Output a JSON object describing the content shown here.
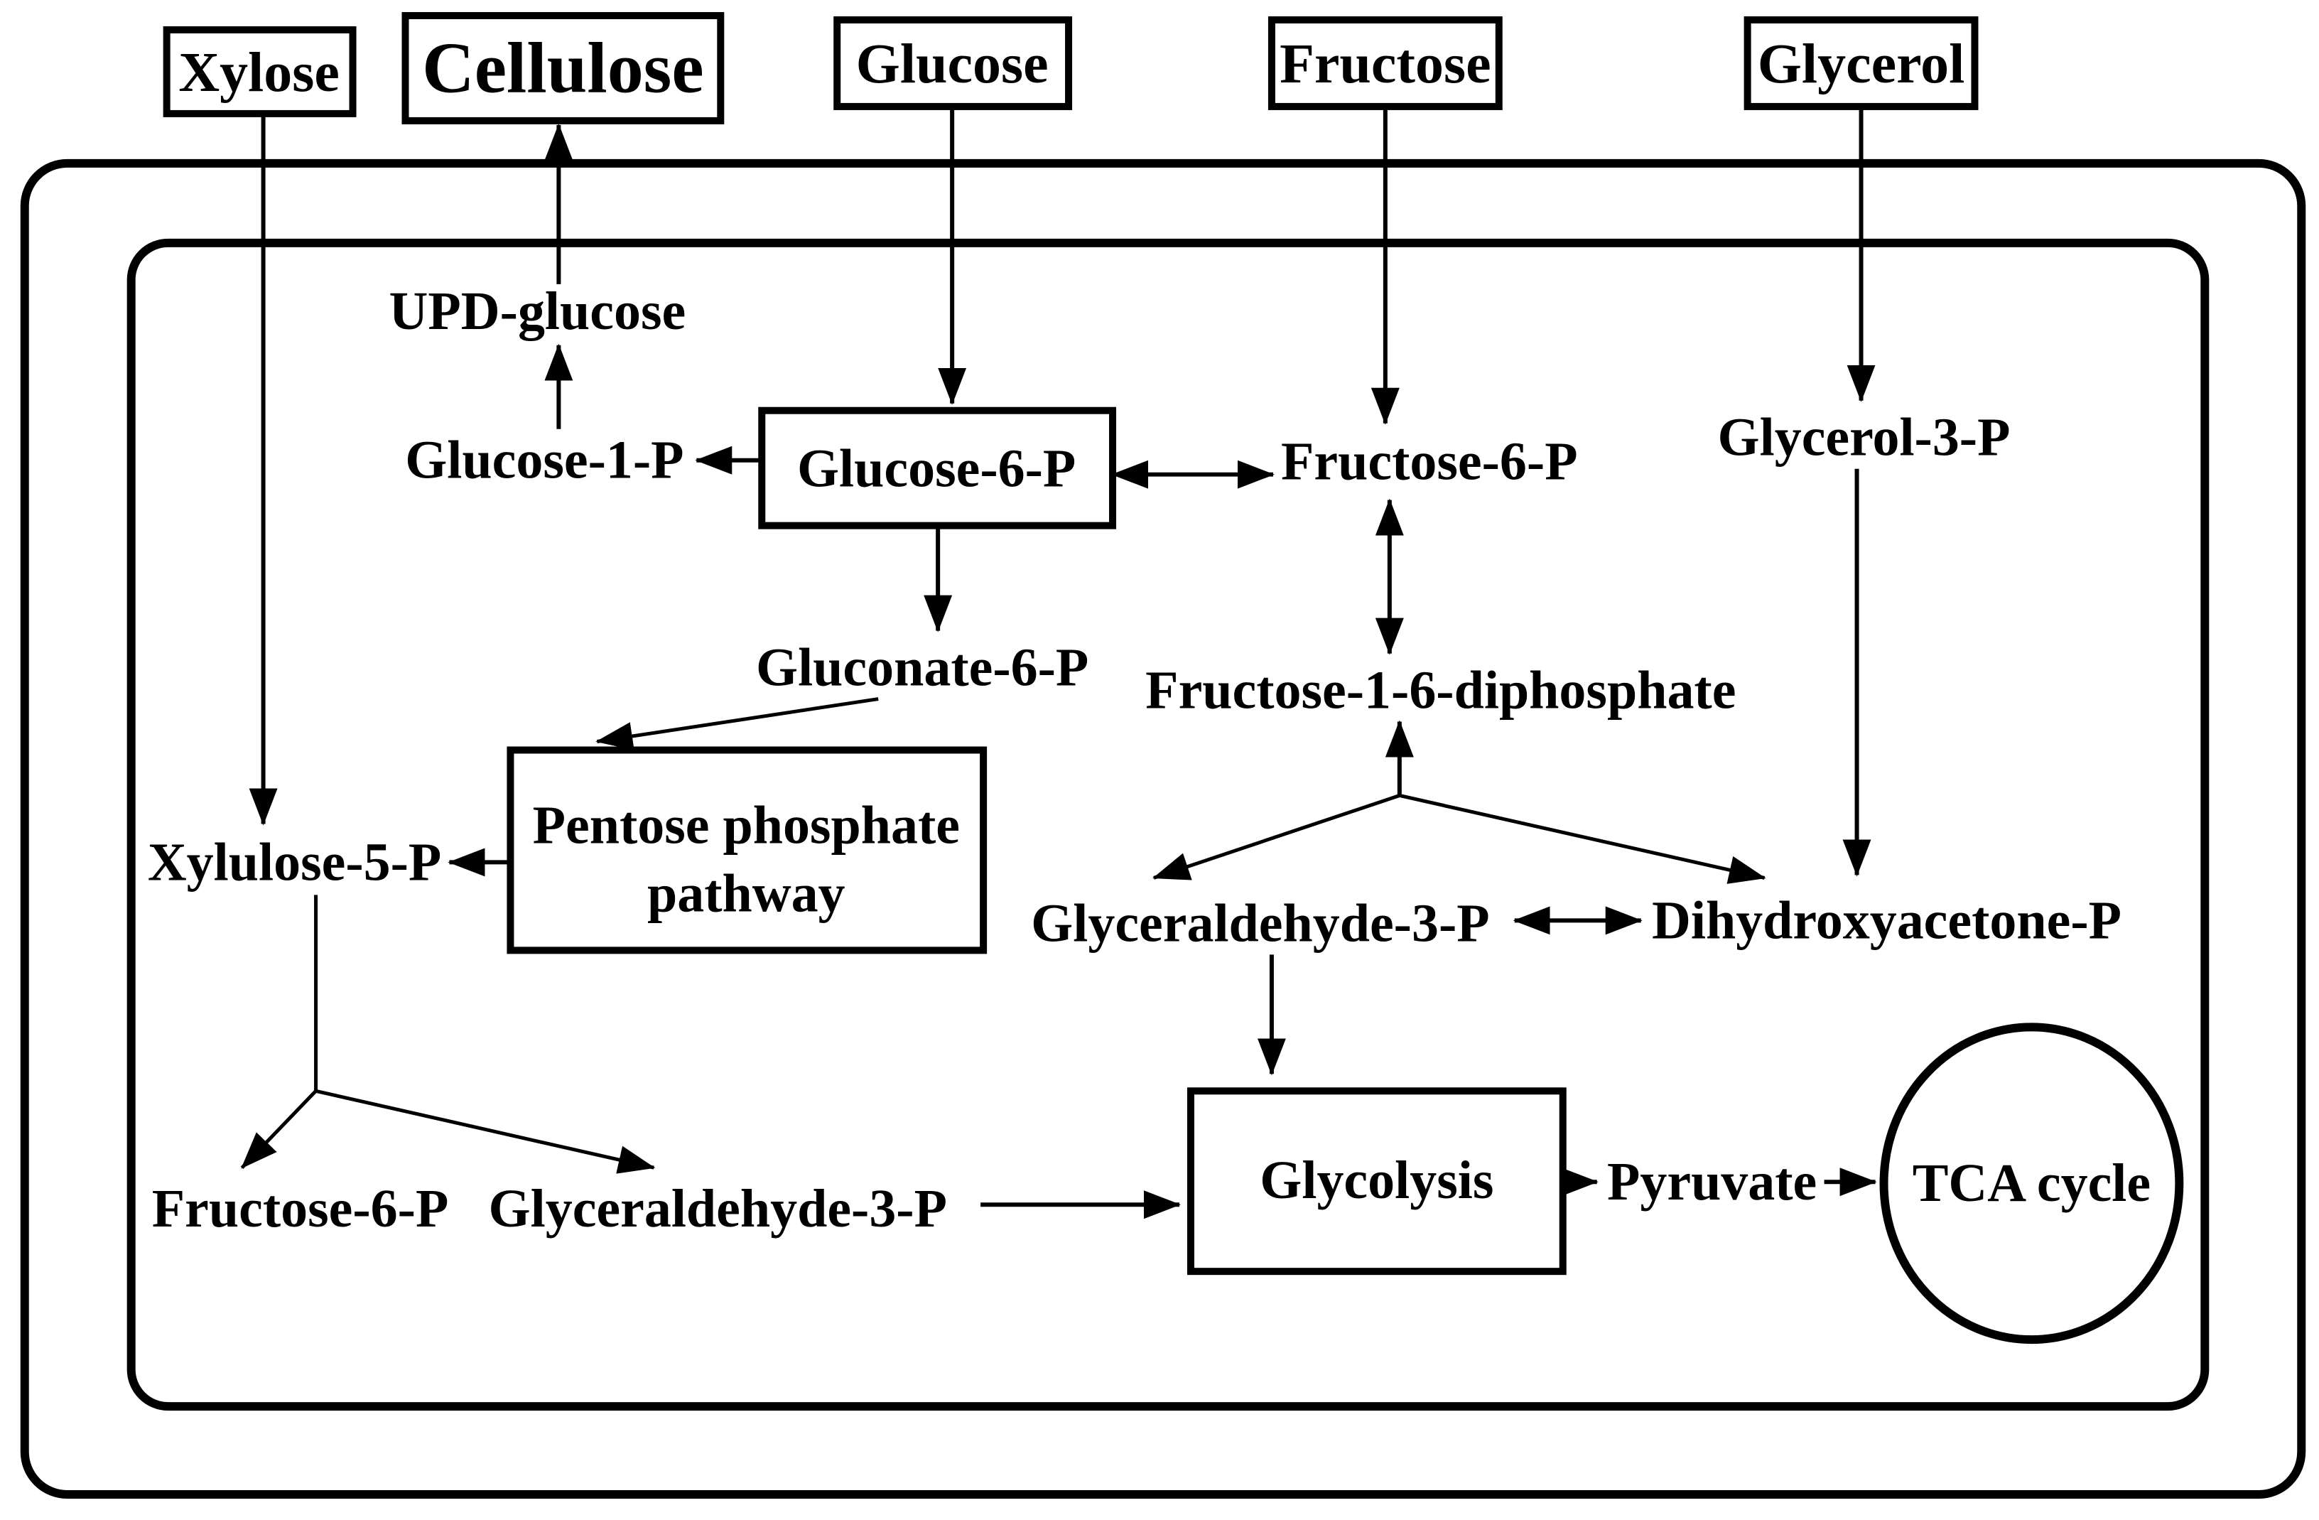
{
  "colors": {
    "background": "#ffffff",
    "line": "#000000",
    "text": "#000000",
    "cellulose_fill": "#c0c0c0"
  },
  "nodes": {
    "xylose": "Xylose",
    "cellulose": "Cellulose",
    "glucose": "Glucose",
    "fructose": "Fructose",
    "glycerol": "Glycerol",
    "upd_glucose": "UPD-glucose",
    "glucose_1_p": "Glucose-1-P",
    "glucose_6_p": "Glucose-6-P",
    "fructose_6_p": "Fructose-6-P",
    "glycerol_3_p": "Glycerol-3-P",
    "gluconate_6_p": "Gluconate-6-P",
    "fructose_1_6_diphosphate": "Fructose-1-6-diphosphate",
    "pentose_phosphate_pathway_line1": "Pentose phosphate",
    "pentose_phosphate_pathway_line2": "pathway",
    "xylulose_5_p": "Xylulose-5-P",
    "glyceraldehyde_3_p": "Glyceraldehyde-3-P",
    "dihydroxyacetone_p": "Dihydroxyacetone-P",
    "fructose_6_p_lower": "Fructose-6-P",
    "glyceraldehyde_3_p_lower": "Glyceraldehyde-3-P",
    "glycolysis": "Glycolysis",
    "pyruvate": "Pyruvate",
    "tca_cycle": "TCA cycle"
  }
}
